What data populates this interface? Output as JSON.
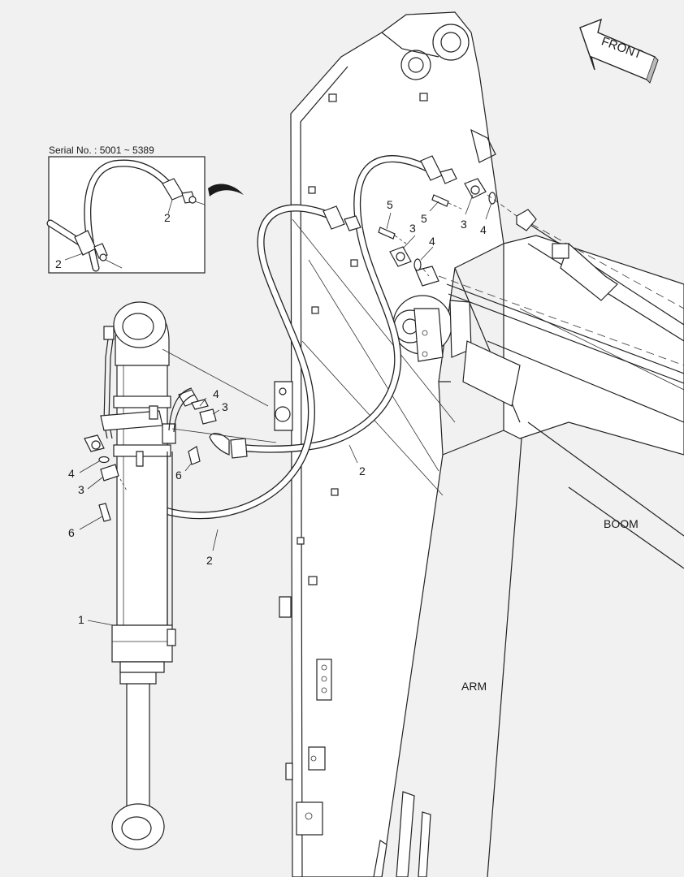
{
  "direction_label": "FRONT",
  "inset": {
    "serial_text": "Serial No. : 5001 ~ 5389"
  },
  "structure_labels": {
    "boom": "BOOM",
    "arm": "ARM"
  },
  "callouts": {
    "inset_hose_a": "2",
    "inset_hose_b": "2",
    "bolt_top_left": "5",
    "bolt_top_right": "5",
    "flange_top_left": "3",
    "flange_top_right": "3",
    "oring_top_left": "4",
    "oring_top_right": "4",
    "oring_cyl_mid": "4",
    "flange_cyl_mid": "3",
    "bolt_cyl_mid": "6",
    "oring_cyl_low": "4",
    "flange_cyl_low": "3",
    "bolt_cyl_low": "6",
    "hose_upper": "2",
    "hose_lower": "2",
    "cylinder": "1"
  }
}
